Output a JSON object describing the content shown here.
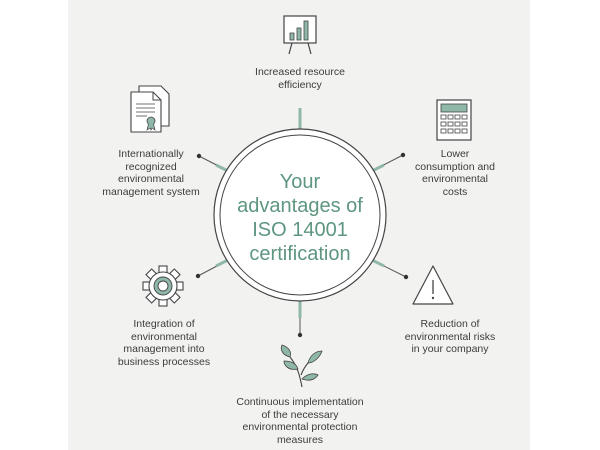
{
  "center": {
    "title_lines": [
      "Your",
      "advantages of",
      "ISO 14001",
      "certification"
    ]
  },
  "benefits": [
    {
      "id": "resource-efficiency",
      "icon": "chart-board-icon",
      "lines": [
        "Increased resource",
        "efficiency"
      ]
    },
    {
      "id": "lower-costs",
      "icon": "calculator-icon",
      "lines": [
        "Lower",
        "consumption and",
        "environmental",
        "costs"
      ]
    },
    {
      "id": "risk-reduction",
      "icon": "warning-triangle-icon",
      "lines": [
        "Reduction of",
        "environmental risks",
        "in your company"
      ]
    },
    {
      "id": "continuous-protection",
      "icon": "plant-sprout-icon",
      "lines": [
        "Continuous implementation",
        "of the necessary",
        "environmental protection",
        "measures"
      ]
    },
    {
      "id": "business-integration",
      "icon": "gear-icon",
      "lines": [
        "Integration of",
        "environmental",
        "management into",
        "business processes"
      ]
    },
    {
      "id": "recognized-system",
      "icon": "certificate-document-icon",
      "lines": [
        "Internationally",
        "recognized",
        "environmental",
        "management system"
      ]
    }
  ],
  "colors": {
    "accent": "#5e9680",
    "line": "#555555",
    "background": "#f2f2f0"
  }
}
